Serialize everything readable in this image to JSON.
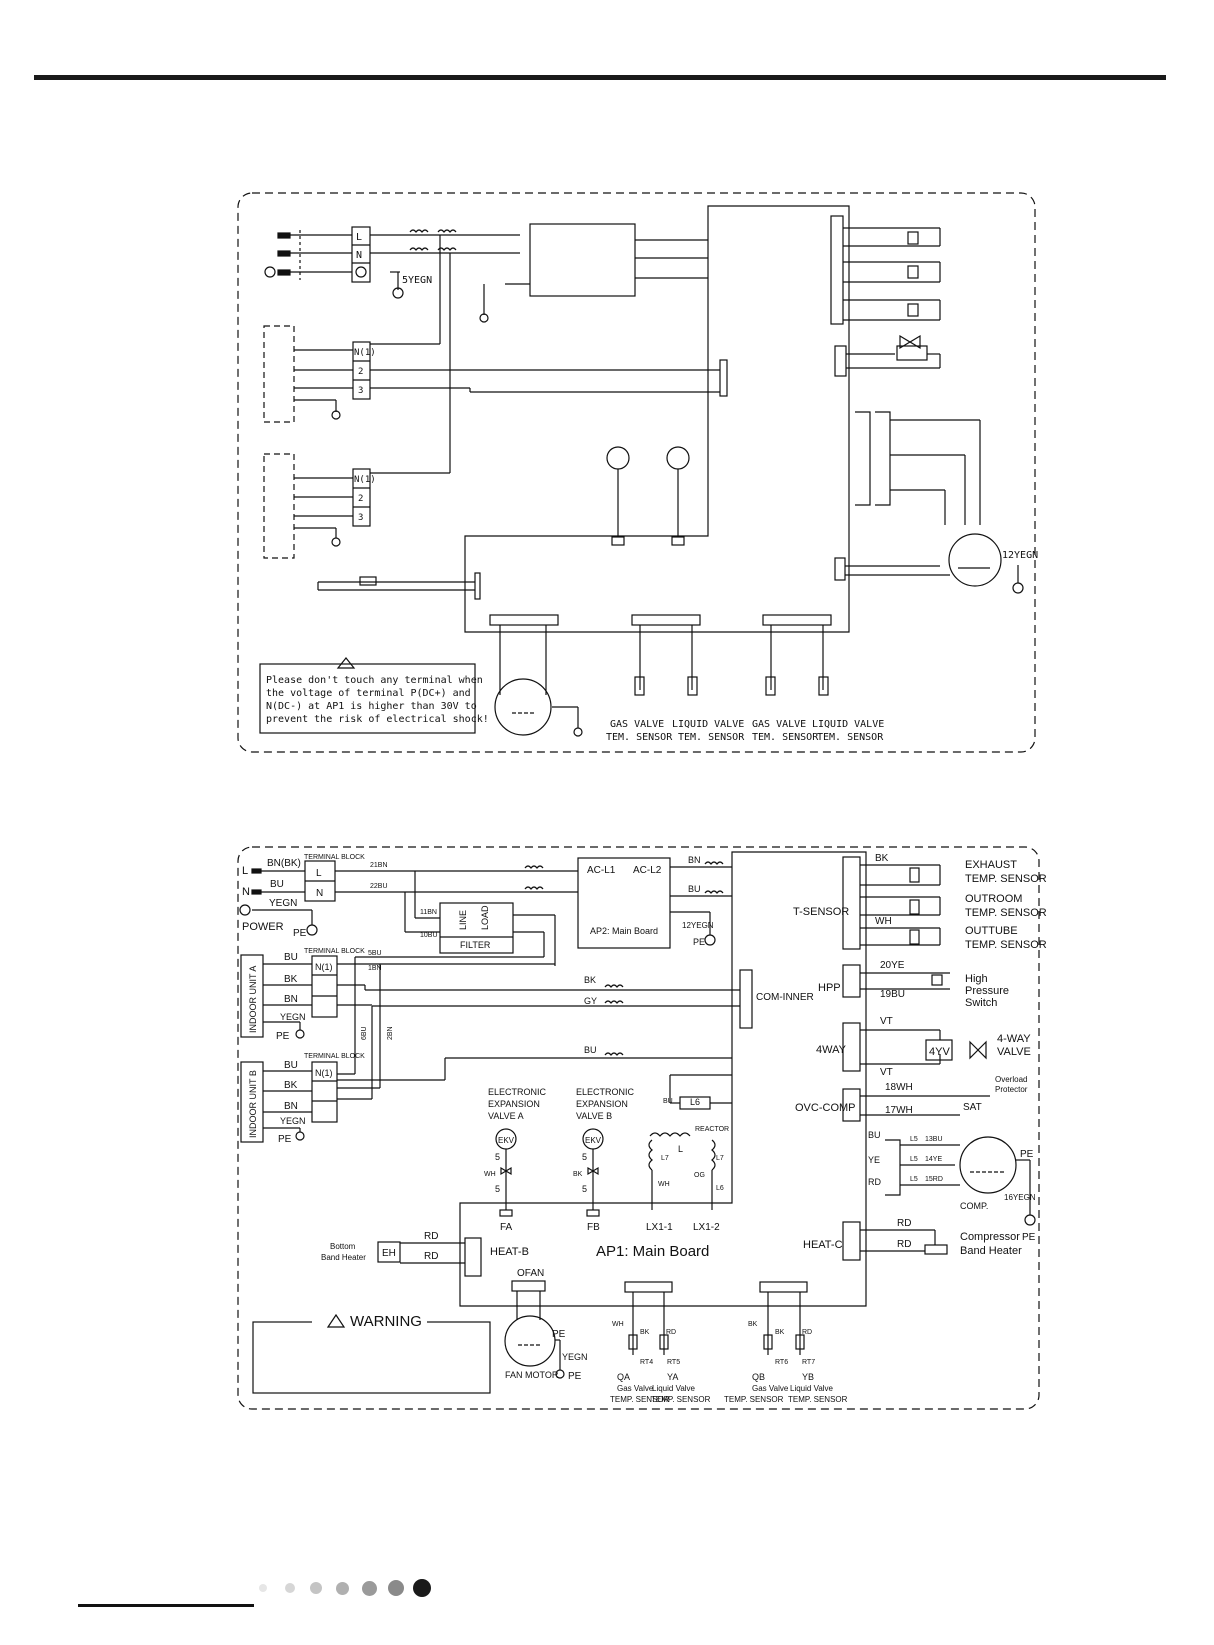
{
  "diagram1": {
    "warning_text": [
      "Please don't touch any terminal when",
      "the voltage of terminal P(DC+) and",
      "N(DC-) at AP1 is higher than 30V to",
      "prevent the risk of electrical shock!"
    ],
    "ground_label": "5YEGN",
    "comp_ground_label": "12YEGN",
    "terminals_top": [
      "L",
      "N"
    ],
    "terminals_a": [
      "N(1)",
      "2",
      "3"
    ],
    "terminals_b": [
      "N(1)",
      "2",
      "3"
    ],
    "sensor_labels": [
      [
        "GAS VALVE",
        "TEM. SENSOR"
      ],
      [
        "LIQUID VALVE",
        "TEM. SENSOR"
      ],
      [
        "GAS VALVE",
        "TEM. SENSOR"
      ],
      [
        "LIQUID VALVE",
        "TEM. SENSOR"
      ]
    ]
  },
  "diagram2": {
    "power": {
      "L": "L",
      "N": "N",
      "power": "POWER",
      "pe": "PE",
      "wire_l": "BN(BK)",
      "wire_n": "BU",
      "wire_pe": "YEGN"
    },
    "terminal_block": "TERMINAL BLOCK",
    "tb_l": "L",
    "tb_n": "N",
    "wires_top": {
      "w1": "21BN",
      "w2": "22BU",
      "w3": "11BN",
      "w4": "10BU"
    },
    "filter": {
      "line": "LINE",
      "load": "LOAD",
      "name": "FILTER"
    },
    "ap2": {
      "l1": "AC-L1",
      "l2": "AC-L2",
      "name": "AP2: Main Board",
      "bn": "BN",
      "bu": "BU",
      "ground": "12YEGN",
      "pe": "PE"
    },
    "indoor_a": {
      "name": "INDOOR UNIT A",
      "wires": [
        "BU",
        "BK",
        "BN",
        "YEGN"
      ],
      "tb": "N(1)",
      "w1": "5BU",
      "w2": "1BN",
      "w3": "6BU",
      "w4": "2BN",
      "pe": "PE"
    },
    "indoor_b": {
      "name": "INDOOR UNIT B",
      "wires": [
        "BU",
        "BK",
        "BN",
        "YEGN"
      ],
      "tb": "N(1)",
      "pe": "PE"
    },
    "com_wires": {
      "bk": "BK",
      "gy": "GY",
      "bu": "BU"
    },
    "com_inner": "COM-INNER",
    "ekv_a": [
      "ELECTRONIC",
      "EXPANSION",
      "VALVE A"
    ],
    "ekv_b": [
      "ELECTRONIC",
      "EXPANSION",
      "VALVE B"
    ],
    "ekv": "EKV",
    "ekv_wires": {
      "five": "5",
      "wh": "WH",
      "bk": "BK"
    },
    "fa": "FA",
    "fb": "FB",
    "reactor": {
      "l6": "L6",
      "bu": "BU",
      "name": "REACTOR",
      "l": "L",
      "l7": "L7",
      "og": "OG",
      "wh": "WH"
    },
    "lx1": "LX1-1",
    "lx2": "LX1-2",
    "ap1": "AP1: Main Board",
    "heat_b": "HEAT-B",
    "bottom_heater": [
      "Bottom",
      "Band Heater"
    ],
    "eh": "EH",
    "rd": "RD",
    "ofan": "OFAN",
    "fan_motor": "FAN MOTOR",
    "fan_pe": "PE",
    "fan_yegn": "YEGN",
    "warning": "WARNING",
    "t_sensor": "T-SENSOR",
    "sensors": [
      {
        "wire": "BK",
        "name": [
          "EXHAUST",
          "TEMP. SENSOR"
        ]
      },
      {
        "wire": "",
        "name": [
          "OUTROOM",
          "TEMP. SENSOR"
        ]
      },
      {
        "wire": "WH",
        "name": [
          "OUTTUBE",
          "TEMP. SENSOR"
        ]
      }
    ],
    "hpp": "HPP",
    "hpp_w1": "20YE",
    "hpp_w2": "19BU",
    "hpp_name": [
      "High",
      "Pressure",
      "Switch"
    ],
    "way4": "4WAY",
    "vt": "VT",
    "yv": "4YV",
    "way4_name": [
      "4-WAY",
      "VALVE"
    ],
    "ovc": "OVC-COMP",
    "ovc_w1": "18WH",
    "ovc_w2": "17WH",
    "sat": "SAT",
    "overload": [
      "Overload",
      "Protector"
    ],
    "comp": {
      "bu": "BU",
      "ye": "YE",
      "rd": "RD",
      "l5": "L5",
      "w1": "13BU",
      "w2": "14YE",
      "w3": "15RD",
      "name": "COMP.",
      "gnd": "16YEGN",
      "pe": "PE"
    },
    "heat_c": "HEAT-C",
    "comp_heater": [
      "Compressor",
      "Band Heater"
    ],
    "bottom_sensors": [
      {
        "w1": "WH",
        "w2": "BK",
        "w3": "RD",
        "rt1": "RT4",
        "rt2": "RT5",
        "q": "QA",
        "y": "YA",
        "g": [
          "Gas Valve",
          "TEMP. SENSOR"
        ],
        "l": [
          "Liquid Valve",
          "TEMP. SENSOR"
        ]
      },
      {
        "w1": "BK",
        "w2": "BK",
        "w3": "RD",
        "rt1": "RT6",
        "rt2": "RT7",
        "q": "QB",
        "y": "YB",
        "g": [
          "Gas Valve",
          "TEMP. SENSOR"
        ],
        "l": [
          "Liquid Valve",
          "TEMP. SENSOR"
        ]
      }
    ]
  },
  "colors": {
    "ink": "#111111",
    "dot_light": "#e0e0e0",
    "dot_dark": "#1a1a1a"
  },
  "pagination": {
    "dots": 7,
    "active": 7
  }
}
